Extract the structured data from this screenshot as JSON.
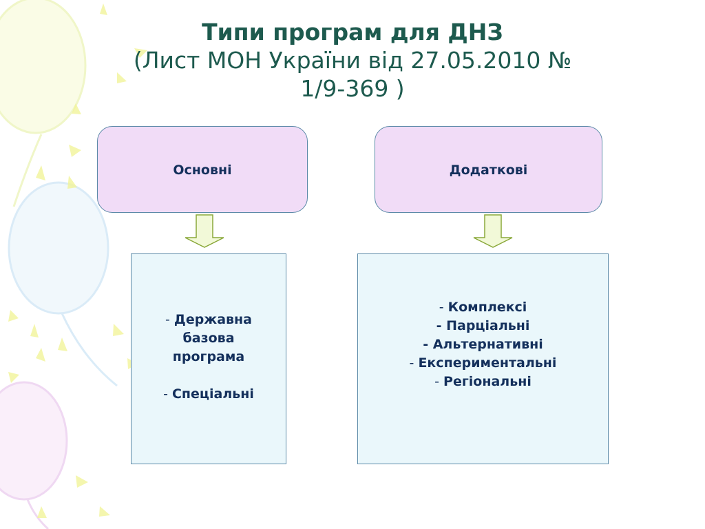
{
  "slide": {
    "title_line1": "Типи програм для ДНЗ",
    "title_line2": "(Лист МОН України від 27.05.2010 №",
    "title_line3": "1/9-369 )"
  },
  "diagram": {
    "left": {
      "header": "Основні",
      "items": [
        {
          "dash": "- ",
          "text": "Державна"
        },
        {
          "dash": "",
          "text": "базова"
        },
        {
          "dash": "",
          "text": "програма"
        },
        {
          "dash": "- ",
          "text": "Спеціальні"
        }
      ]
    },
    "right": {
      "header": "Додаткові",
      "items": [
        {
          "dash": "- ",
          "text": "Комплексі"
        },
        {
          "dash": "",
          "text": "- Парціальні"
        },
        {
          "dash": "",
          "text": "- Альтернативні"
        },
        {
          "dash": "- ",
          "text": "Експериментальні"
        },
        {
          "dash": "- ",
          "text": "Регіональні"
        }
      ]
    }
  },
  "colors": {
    "title": "#1d5a4e",
    "pill_fill": "#f1dcf7",
    "box_fill": "#eaf7fb",
    "border": "#5c8aa8",
    "text": "#14305c",
    "arrow_fill": "#f2f9d8",
    "arrow_stroke": "#8aa83a"
  }
}
